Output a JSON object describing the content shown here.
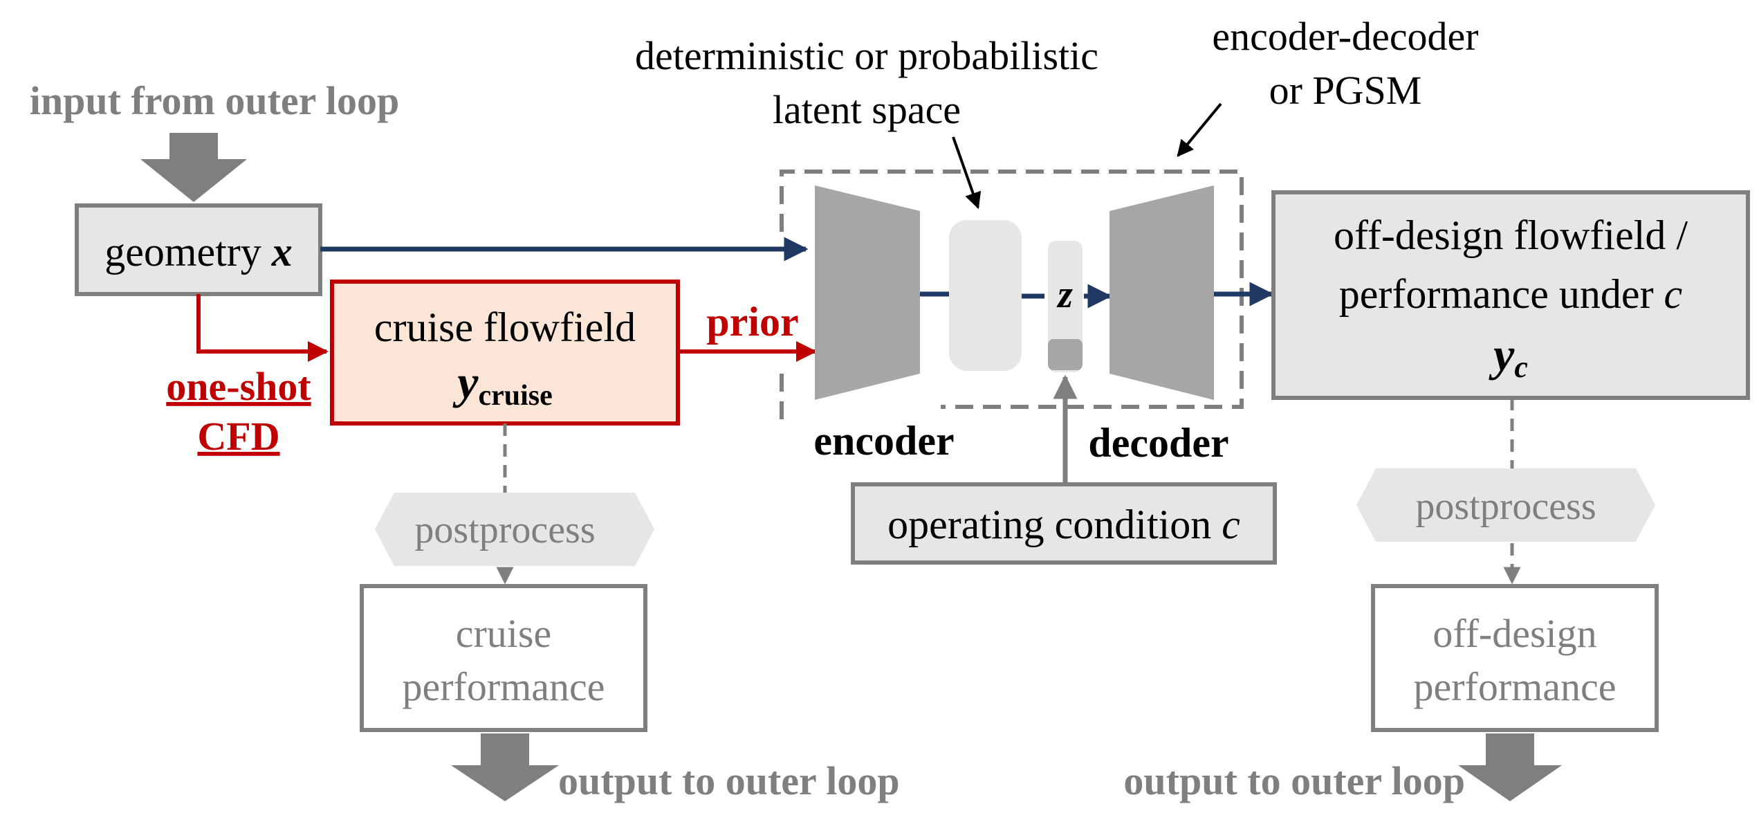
{
  "input": {
    "label": "input from outer loop"
  },
  "geometry": {
    "label": "geometry",
    "symbol": "x"
  },
  "one_shot": {
    "line1": "one-shot",
    "line2": "CFD"
  },
  "cruise_flowfield": {
    "line1": "cruise flowfield",
    "symbol": "y",
    "subscript": "cruise"
  },
  "prior": {
    "label": "prior"
  },
  "latent_annotation": {
    "line1": "deterministic or probabilistic",
    "line2": "latent space"
  },
  "model_annotation": {
    "line1": "encoder-decoder",
    "line2": "or PGSM"
  },
  "encoder": {
    "label": "encoder"
  },
  "decoder": {
    "label": "decoder"
  },
  "latent": {
    "symbol": "z"
  },
  "operating_condition": {
    "label": "operating condition",
    "symbol": "c"
  },
  "offdesign_flowfield": {
    "line1": "off-design flowfield /",
    "line2_text": "performance under",
    "line2_symbol": "c",
    "symbol": "y",
    "subscript": "c"
  },
  "postprocess_left": {
    "label": "postprocess"
  },
  "postprocess_right": {
    "label": "postprocess"
  },
  "cruise_performance": {
    "line1": "cruise",
    "line2": "performance"
  },
  "offdesign_performance": {
    "line1": "off-design",
    "line2": "performance"
  },
  "output_left": {
    "label": "output to outer loop"
  },
  "output_right": {
    "label": "output to outer loop"
  },
  "colors": {
    "navy": "#1f3864",
    "red": "#c00000",
    "gray_dark": "#7f7f7f",
    "gray_mid": "#a6a6a6",
    "gray_light": "#d9d9d9",
    "gray_box": "#e7e6e6",
    "peach": "#fbe5d6",
    "black": "#000000"
  }
}
